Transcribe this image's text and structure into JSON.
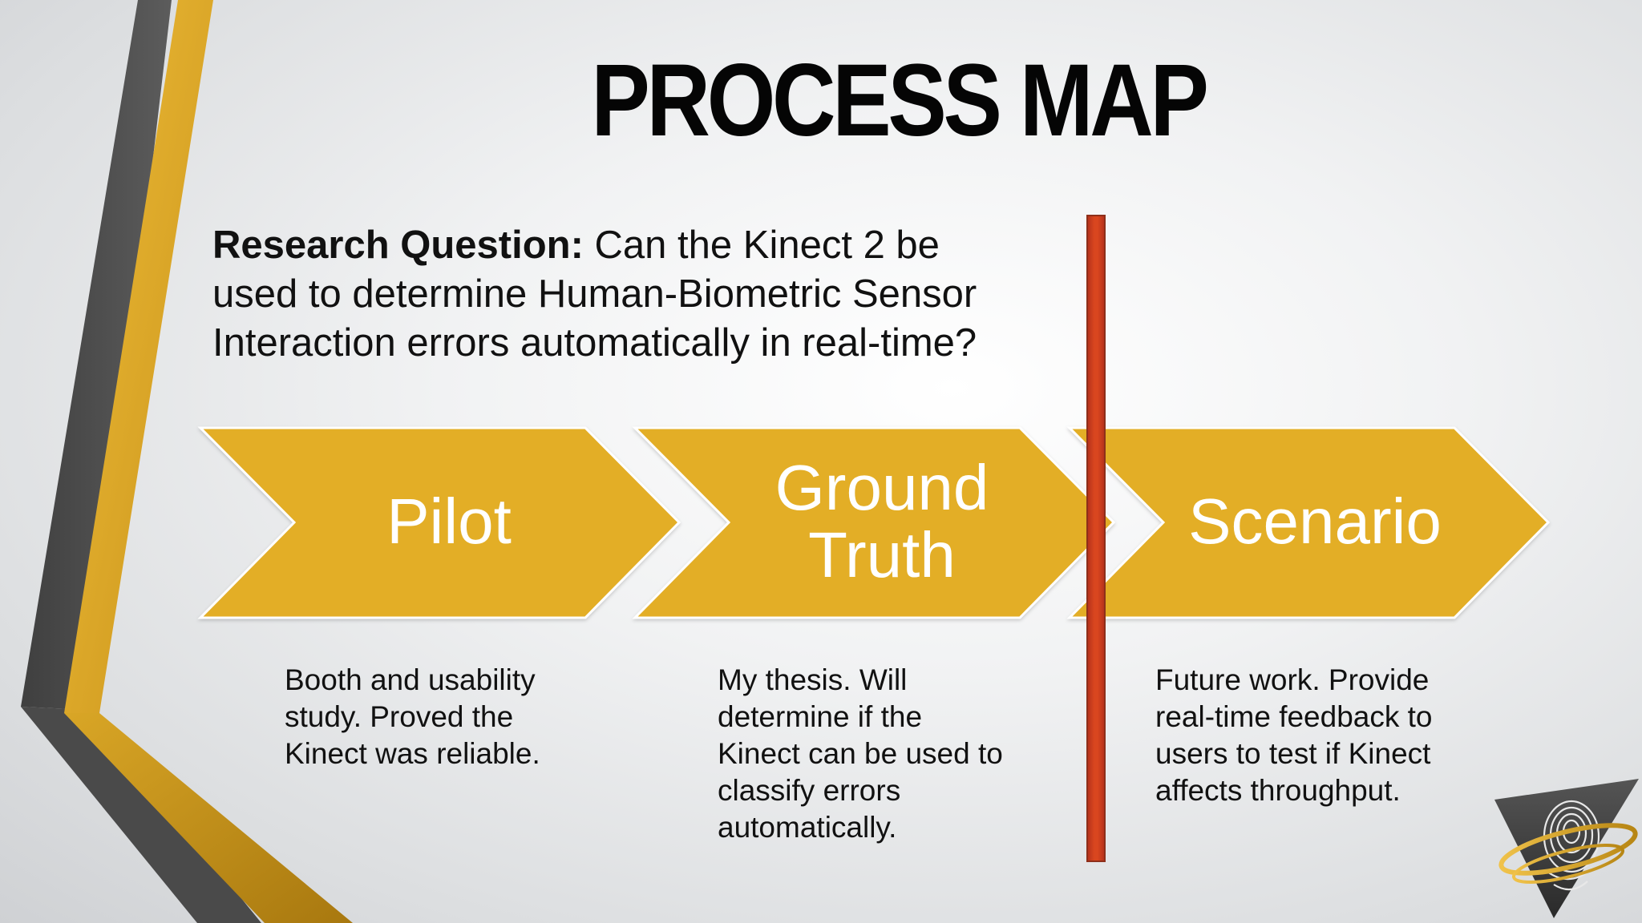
{
  "slide": {
    "title": "PROCESS MAP",
    "question": {
      "label": "Research Question:",
      "text": " Can the Kinect 2 be used to determine Human-Biometric Sensor Interaction errors automatically in real-time?"
    },
    "steps": [
      {
        "title_lines": [
          "Pilot"
        ],
        "description": "Booth and usability study. Proved the Kinect was reliable."
      },
      {
        "title_lines": [
          "Ground",
          "Truth"
        ],
        "description": "My thesis. Will determine if the Kinect can be used to classify errors automatically."
      },
      {
        "title_lines": [
          "Scenario"
        ],
        "description": "Future work. Provide real-time feedback to users to test if Kinect affects throughput."
      }
    ]
  },
  "colors": {
    "chevron": "#e3ae28",
    "chevron_text": "#ffffff",
    "divider": "#d9461f",
    "stripe_gray": "#4b4b4b",
    "stripe_gold": "#e2ac25"
  },
  "icons": {
    "logo": "fingerprint-triangle-logo-icon"
  }
}
